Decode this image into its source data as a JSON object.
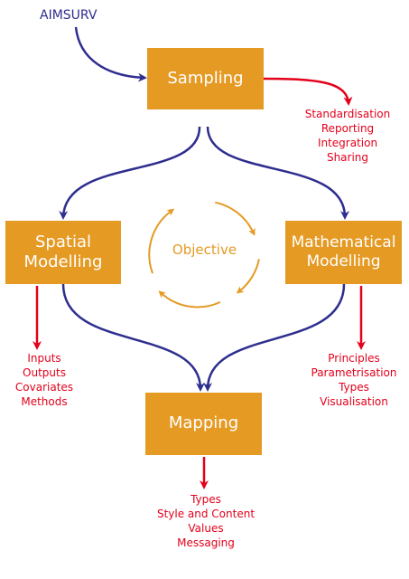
{
  "source_label": "AIMSURV",
  "nodes": {
    "sampling": {
      "lines": [
        "Sampling"
      ]
    },
    "spatial": {
      "lines": [
        "Spatial",
        "Modelling"
      ]
    },
    "mathematical": {
      "lines": [
        "Mathematical",
        "Modelling"
      ]
    },
    "mapping": {
      "lines": [
        "Mapping"
      ]
    }
  },
  "center_label": "Objective",
  "lists": {
    "sampling": [
      "Standardisation",
      "Reporting",
      "Integration",
      "Sharing"
    ],
    "spatial": [
      "Inputs",
      "Outputs",
      "Covariates",
      "Methods"
    ],
    "mathematical": [
      "Principles",
      "Parametrisation",
      "Types",
      "Visualisation"
    ],
    "mapping": [
      "Types",
      "Style and Content",
      "Values",
      "Messaging"
    ]
  },
  "colors": {
    "box_fill": "#e59a23",
    "box_text": "#ffffff",
    "flow_arrow": "#2e2e8f",
    "detail_arrow": "#e3001b",
    "detail_text": "#e3001b",
    "cycle": "#e59a23"
  }
}
